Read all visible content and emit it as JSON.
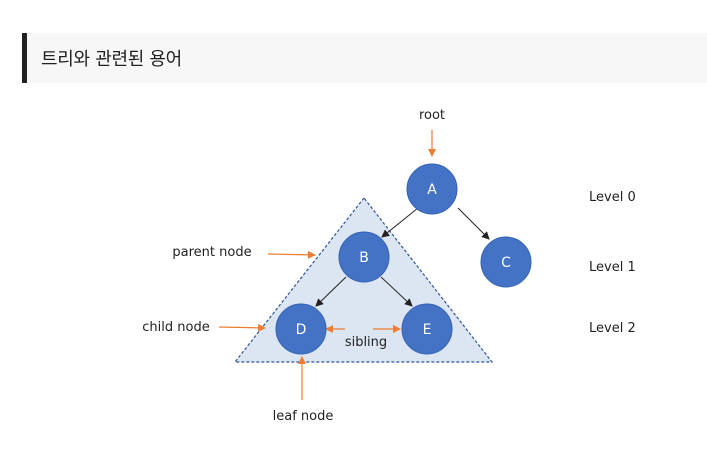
{
  "header": {
    "title": "트리와 관련된 용어"
  },
  "colors": {
    "node": "#4472c4",
    "node_stroke": "#3563b3",
    "triangle_fill": "#dce6f2",
    "triangle_stroke": "#2f5597",
    "arrow": "#ed7d31",
    "edge": "#222222"
  },
  "nodes": {
    "a": "A",
    "b": "B",
    "c": "C",
    "d": "D",
    "e": "E"
  },
  "labels": {
    "root": "root",
    "parent_node": "parent node",
    "child_node": "child node",
    "leaf_node": "leaf node",
    "sibling": "sibling"
  },
  "levels": {
    "level0": "Level 0",
    "level1": "Level 1",
    "level2": "Level 2"
  }
}
